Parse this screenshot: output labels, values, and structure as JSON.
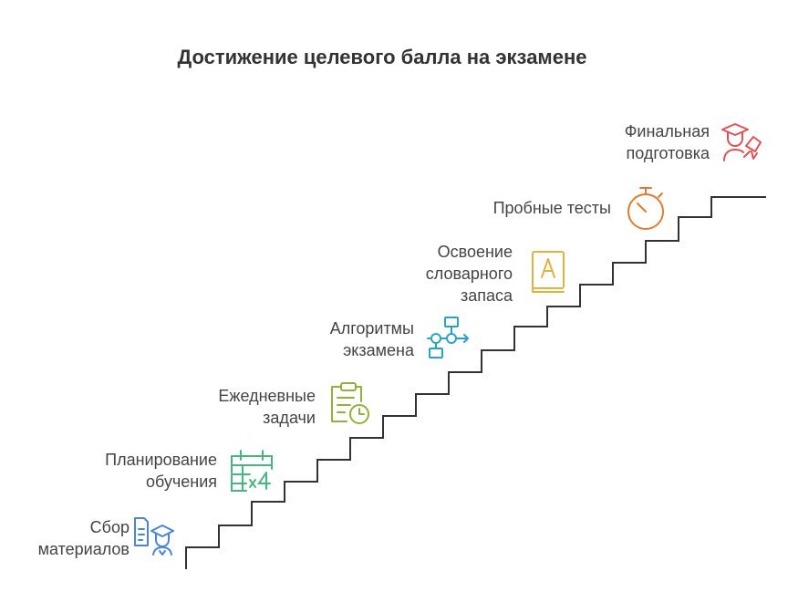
{
  "title": "Достижение целевого балла на экзамене",
  "steps": [
    {
      "lines": [
        "Сбор",
        "материалов"
      ],
      "icon": "student-notes-icon",
      "color": "#4a86d8"
    },
    {
      "lines": [
        "Планирование",
        "обучения"
      ],
      "icon": "calendar-schedule-icon",
      "color": "#43b97f"
    },
    {
      "lines": [
        "Ежедневные",
        "задачи"
      ],
      "icon": "clipboard-clock-icon",
      "color": "#8fb339"
    },
    {
      "lines": [
        "Алгоритмы",
        "экзамена"
      ],
      "icon": "flowchart-icon",
      "color": "#2aa3c9"
    },
    {
      "lines": [
        "Освоение",
        "словарного",
        "запаса"
      ],
      "icon": "dictionary-book-icon",
      "color": "#e3b23c"
    },
    {
      "lines": [
        "Пробные тесты"
      ],
      "icon": "stopwatch-icon",
      "color": "#e07b2e"
    },
    {
      "lines": [
        "Финальная",
        "подготовка"
      ],
      "icon": "graduate-diploma-icon",
      "color": "#e05252"
    }
  ]
}
